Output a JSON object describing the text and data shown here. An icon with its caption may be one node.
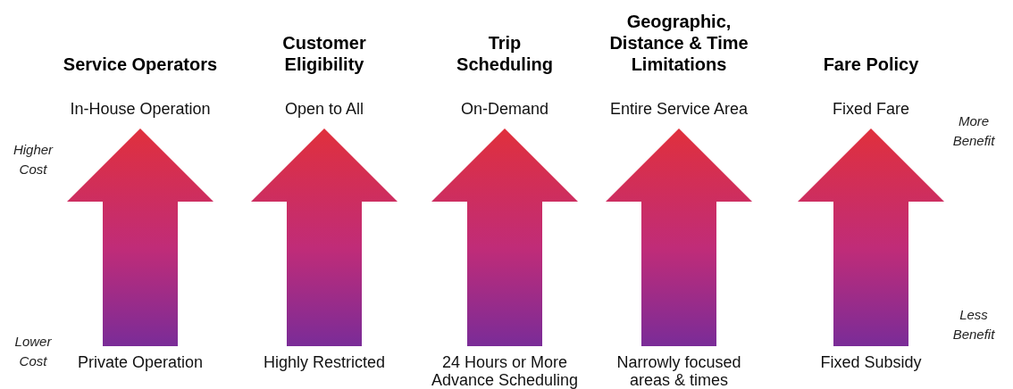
{
  "diagram": {
    "nodes": [
      {
        "text": [
          "In-House Operation"
        ]
      },
      {
        "text": [
          "Open to All"
        ]
      },
      {
        "text": [
          "On-Demand"
        ]
      },
      {
        "text": [
          "Entire Service Area"
        ]
      },
      {
        "text": [
          "Fixed Fare"
        ]
      },
      {
        "text": [
          "Private Operation"
        ]
      },
      {
        "text": [
          "Highly Restricted"
        ]
      },
      {
        "text": [
          "24 Hours or More Advance Scheduling"
        ]
      },
      {
        "text": [
          "Narrowly focused areas & times"
        ]
      },
      {
        "text": [
          "Fixed Subsidy"
        ]
      }
    ],
    "edges": [
      {
        "from": 5,
        "to": 0,
        "arrow": "to",
        "style": "thick"
      },
      {
        "from": 6,
        "to": 1,
        "arrow": "to",
        "style": "thick"
      },
      {
        "from": 7,
        "to": 2,
        "arrow": "to",
        "style": "thick"
      },
      {
        "from": 8,
        "to": 3,
        "arrow": "to",
        "style": "thick"
      },
      {
        "from": 9,
        "to": 4,
        "arrow": "to",
        "style": "thick"
      }
    ],
    "labels": [
      "Service Operators",
      "Customer Eligibility",
      "Trip Scheduling",
      "Geographic, Distance & Time Limitations",
      "Fare Policy",
      "Higher Cost",
      "More Benefit",
      "Lower Cost",
      "Less Benefit"
    ]
  }
}
